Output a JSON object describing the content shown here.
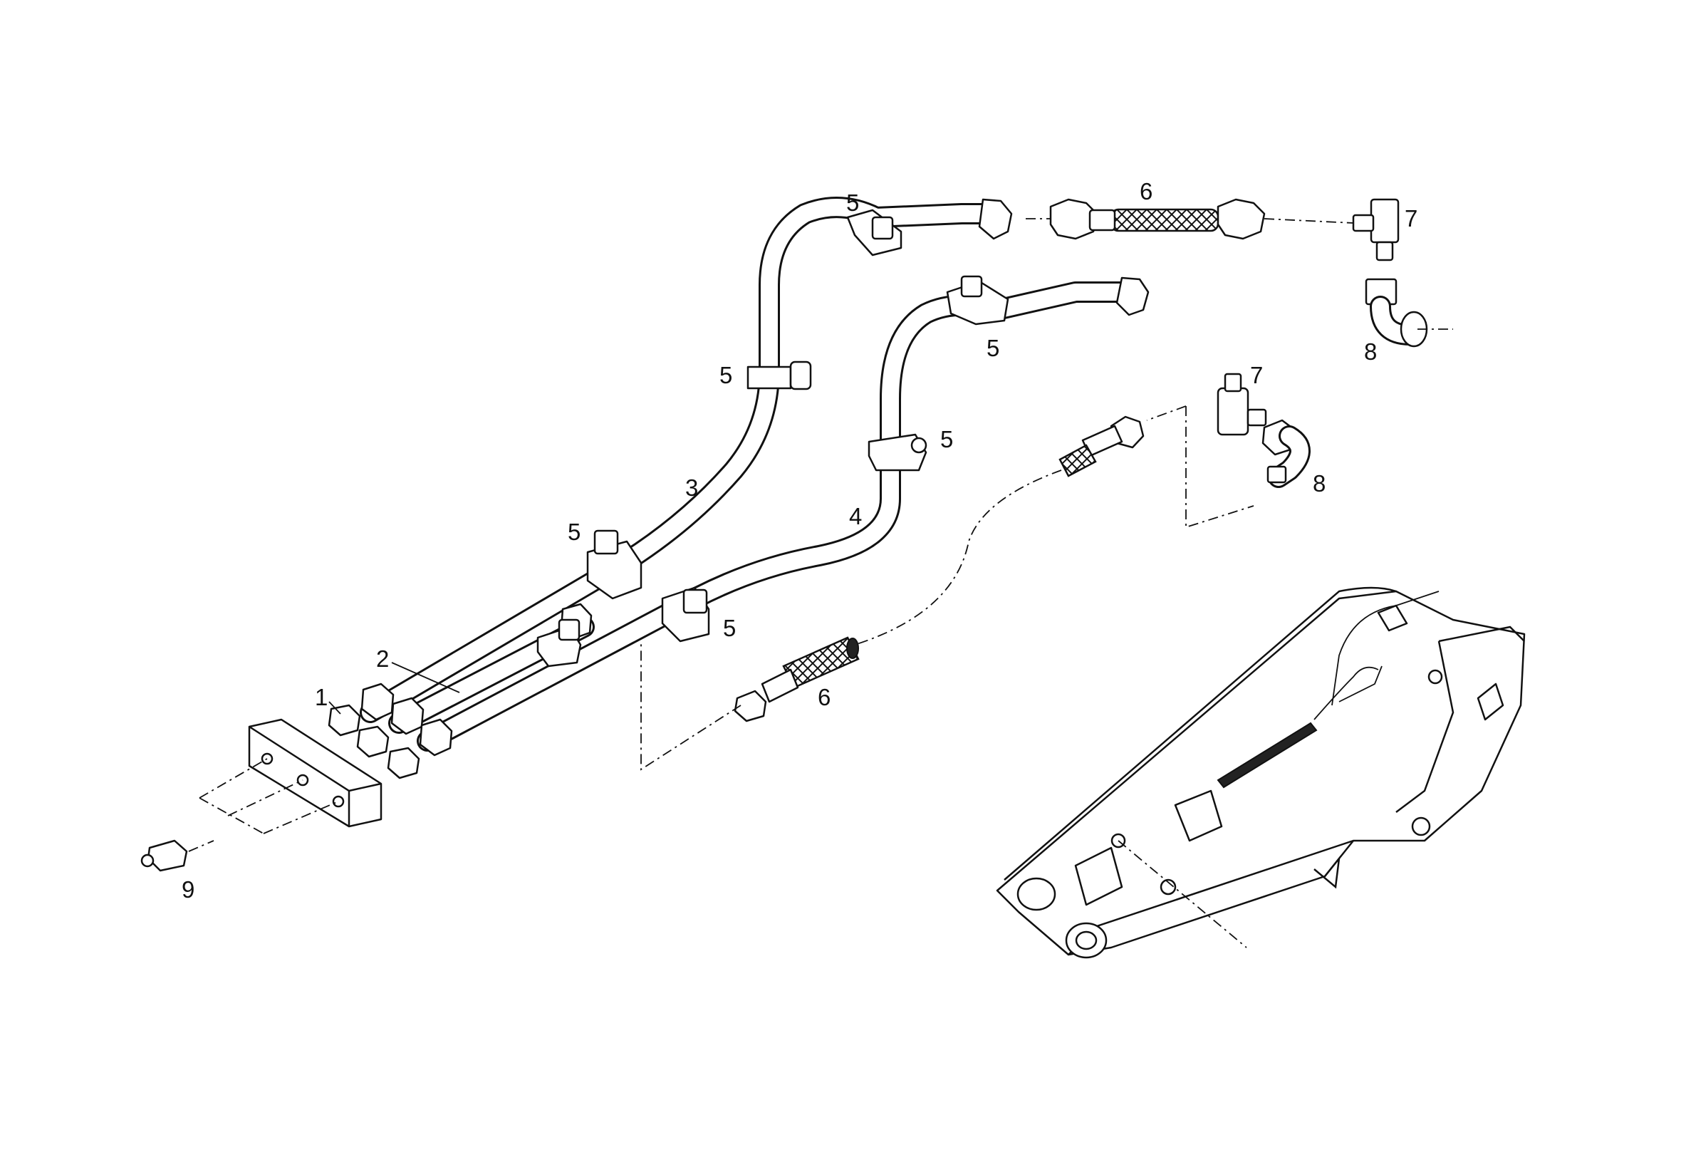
{
  "callouts": {
    "c1": "1",
    "c2": "2",
    "c3": "3",
    "c4": "4",
    "c5a": "5",
    "c5b": "5",
    "c5c": "5",
    "c5d": "5",
    "c5e": "5",
    "c5f": "5",
    "c6a": "6",
    "c6b": "6",
    "c7a": "7",
    "c7b": "7",
    "c8a": "8",
    "c8b": "8",
    "c9": "9"
  }
}
